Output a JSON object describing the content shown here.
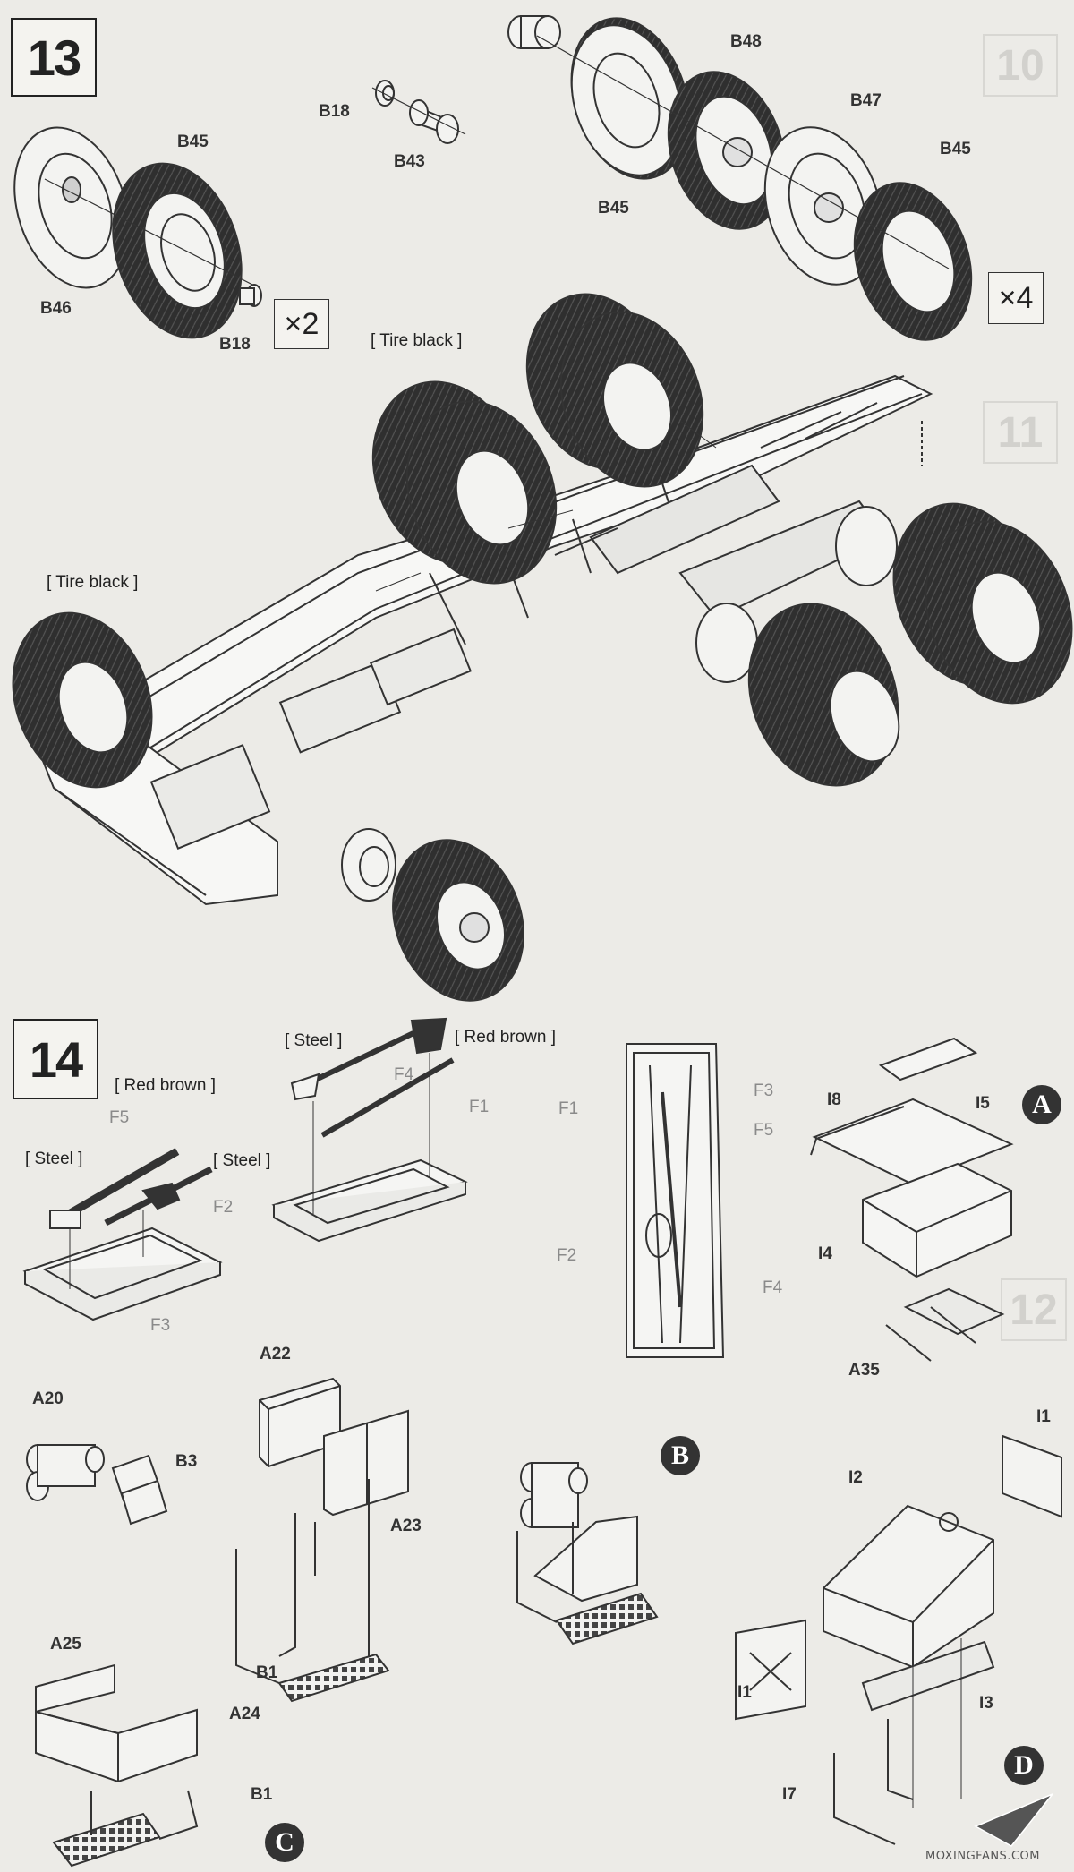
{
  "steps": {
    "step13": "13",
    "step14": "14"
  },
  "faint_steps": {
    "f10": "10",
    "f11": "11",
    "f12": "12"
  },
  "multipliers": {
    "x2": "×2",
    "x4": "×4"
  },
  "step13_parts": {
    "b45_left": "B45",
    "b46": "B46",
    "b18_bottom": "B18",
    "b18_top": "B18",
    "b43": "B43",
    "b48": "B48",
    "b47": "B47",
    "b45_right_top": "B45",
    "b45_right_bottom": "B45"
  },
  "step13_notes": {
    "tire_black_top": "[ Tire black ]",
    "tire_black_left": "[ Tire black ]"
  },
  "step14_notes": {
    "steel_1": "[ Steel ]",
    "red_brown_1": "[ Red brown ]",
    "steel_2": "[ Steel ]",
    "steel_3": "[ Steel ]",
    "red_brown_2": "[ Red brown ]"
  },
  "step14_parts": {
    "f5_left": "F5",
    "f2_left": "F2",
    "f3_left": "F3",
    "f4_mid": "F4",
    "f1_mid": "F1",
    "f1_tray": "F1",
    "f3_tray": "F3",
    "f5_tray": "F5",
    "f2_tray": "F2",
    "f4_tray": "F4",
    "i8": "I8",
    "i5": "I5",
    "i4": "I4",
    "a35": "A35",
    "a22": "A22",
    "a20": "A20",
    "b3": "B3",
    "a23": "A23",
    "b1_mid": "B1",
    "a25": "A25",
    "a24": "A24",
    "b1_bottom": "B1",
    "i1_top": "I1",
    "i2": "I2",
    "i1_left": "I1",
    "i3": "I3",
    "i7": "I7"
  },
  "sub_assemblies": {
    "a": "A",
    "b": "B",
    "c": "C",
    "d": "D"
  },
  "watermark": "MOXINGFANS.COM"
}
